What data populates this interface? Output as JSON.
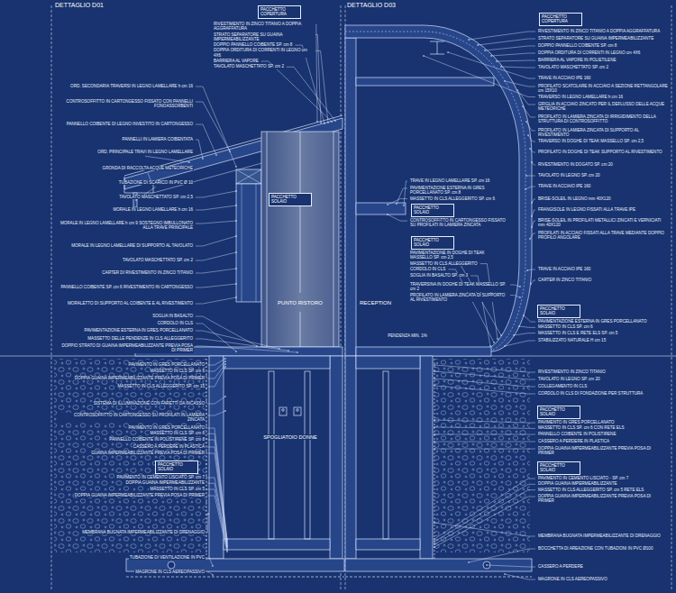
{
  "diagram": {
    "nodes": [
      {
        "text": [
          "PACCHETTO COPERTURA"
        ]
      },
      {
        "text": [
          "PACCHETTO COPERTURA"
        ]
      },
      {
        "text": [
          "PACCHETTO SOLAIO"
        ]
      },
      {
        "text": [
          "PACCHETTO SOLAIO"
        ]
      },
      {
        "text": [
          "PACCHETTO SOLAIO"
        ]
      },
      {
        "text": [
          "PACCHETTO SOLAIO"
        ]
      },
      {
        "text": [
          "PACCHETTO SOLAIO"
        ]
      },
      {
        "text": [
          "PACCHETTO SOLAIO"
        ]
      },
      {
        "text": [
          "PACCHETTO SOLAIO"
        ]
      }
    ],
    "labels": [
      "DETTAGLIO D01",
      "DETTAGLIO D03",
      "RIVESTIMENTO IN ZINCO TITANIO A DOPPIA AGGRAFFATURA",
      "STRATO SEPARATORE SU GUAINA IMPERMEABILIZZANTE",
      "DOPPIO PANNELLO COIBENTE SP. cm 8",
      "DOPPIA ORDITURA DI CORRENTI IN LEGNO cm 4X6",
      "BARRIERA AL VAPORE",
      "TAVOLATO MASCHETTATO SP. cm 2",
      "ORD. SECONDARIA TRAVERSI IN LEGNO LAMELLARE h cm 16",
      "CONTROSOFFITTO IN CARTONGESSO FISSATO CON PANNELLI FONOASSORBENTI",
      "PANNELLO COIBENTE DI LEGNO INVESTITO IN CARTONGESSO",
      "PANNELLI IN LAMIERA COIBENTATA",
      "ORD. PRINCIPALE TRAVI IN LEGNO LAMELLARE",
      "GRONDA DI RACCOLTA ACQUE METEORICHE",
      "TUBAZIONE DI SCARICO IN PVC Ø 10",
      "TAVOLATO MASCHETTATO SP. cm 2,5",
      "MORALE IN LEGNO LAMELLARE h cm 16",
      "MORALE IN LEGNO LAMELLARE h cm 9 SOSTEGNO IMBULLONATO ALLA TRAVE PRINCIPALE",
      "MORALE IN LEGNO LAMELLARE DI SUPPORTO AL TAVOLATO",
      "TAVOLATO MASCHETTATO SP. cm 2",
      "CARTER DI RIVESTIMENTO IN ZINCO TITANIO",
      "PANNELLO COIBENTE SP. cm 6 RIVESTIMENTO IN CARTONGESSO",
      "MORALETTO DI SUPPORTO AL COIBENTE E AL RIVESTIMENTO",
      "SOGLIA IN BASALTO",
      "CORDOLO IN CLS",
      "PAVIMENTAZIONE ESTERNA IN GRES PORCELLANATO",
      "MASSETTO DELLE PENDENZE IN CLS ALLEGGERITO",
      "DOPPIO STRATO DI GUAINA IMPERMEABILIZZANTE PREVIA POSA DI PRIMER",
      "PAVIMENTO IN GRES PORCELLANATO",
      "MASSETTO IN CLS SP. cm 6",
      "DOPPIA GUAINA IMPERMEABILIZZANTE PREVIA POSA DI PRIMER",
      "MASSETTO IN CLS ALLEGGERITO SP. cm 15",
      "SISTEMA DI ILLUMINAZIONE CON FARETTI DA INCASSO",
      "CONTROSOFFITTO IN CARTONGESSO SU PROFILATI IN LAMIERA ZINCATA",
      "PAVIMENTO IN GRES PORCELLANATO",
      "MASSETTO IN CLS SP. cm 6",
      "PANNELLO COIBENTE IN POLISTIRENE SP. cm 8",
      "CASSERO A PERDERE IN PLASTICA",
      "GUAINA IMPERMEABILIZZANTE PREVIA POSA DI PRIMER",
      "PAVIMENTO IN CEMENTO LISCIATO SP. cm 7",
      "DOPPIA GUAINA IMPERMEABILIZZANTE",
      "MASSETTO IN CLS SP. cm 5",
      "DOPPIA GUAINA IMPERMEABILIZZANTE PREVIA POSA DI PRIMER",
      "MEMBRANA BUGNATA IMPERMEABILIZZANTE DI DRENAGGIO",
      "TUBAZIONE DI VENTILAZIONE IN PVC",
      "MAGRONE IN CLS AEREOPASSIVO",
      "PUNTO RISTORO",
      "RECEPTION",
      "SPOGLIATOIO DONNE",
      "PENDENZA MIN. 1%",
      "TRAVE IN LEGNO LAMELLARE SP. cm 16",
      "PAVIMENTAZIONE ESTERNA IN GRES PORCELLANATO SP. cm 8",
      "MASSETTO IN CLS ALLEGGERITO SP. cm 6",
      "CONTROSOFFITTO IN CARTONGESSO FISSATO SU PROFILATI IN LAMIERA ZINCATA",
      "PAVIMENTAZIONE IN DOGHE DI TEAK MASSELLO SP. cm 2,5",
      "MASSETTO IN CLS ALLEGGERITO",
      "CORDOLO IN CLS",
      "SOGLIA IN BASALTO SP. cm 3",
      "TRAVERSINA IN DOGHE DI TEAK MASSELLO SP. cm 2",
      "PROFILATO IN LAMIERA ZINCATA DI SUPPORTO AL RIVESTIMENTO",
      "RIVESTIMENTO IN ZINCO TITANIO A DOPPIA AGGRAFFATURA",
      "STRATO SEPARATORE SU GUAINA IMPERMEABILIZZANTE",
      "DOPPIO PANNELLO COIBENTE SP. cm 8",
      "DOPPIA ORDITURA DI CORRENTI IN LEGNO cm 4X6",
      "BARRIERA AL VAPORE IN POLIETILENE",
      "TAVOLATO MASCHETTATO SP. cm 2",
      "TRAVE IN ACCIAIO IPE 160",
      "PROFILATO SCATOLARE IN ACCIAIO A SEZIONE RETTANGOLARE cm 15X10",
      "TRAVERSO IN LEGNO LAMELLARE h cm 16",
      "GRIGLIA IN ACCIAIO ZINCATO PER IL DEFLUSSO DELLE ACQUE METEORICHE",
      "PROFILATO IN LAMIERA ZINCATA DI IRRIGIDIMENTO DELLA STRUTTURA DI CONTROSOFFITTO",
      "PROFILATO IN LAMIERA ZINCATA DI SUPPORTO AL RIVESTIMENTO",
      "TRAVERSO IN DOGHE DI TEAK MASSELLO SP. cm 2,5",
      "PROFILATO IN DOGHE DI TEAK SUPPORTO AL RIVESTIMENTO",
      "RIVESTIMENTO IN DOGATO SP. cm 20",
      "TAVOLATO IN LEGNO SP. cm 20",
      "TRAVE IN ACCIAIO IPE 160",
      "BRISE-SOLEIL IN LEGNO mm 40X120",
      "FRANGISOLE IN LEGNO FISSATI ALLA TRAVE IPE",
      "BRISE-SOLEIL IN PROFILATI METALLICI ZINCATI E VERNICIATI mm 40X120",
      "PROFILATI IN ACCIAIO FISSATI ALLA TRAVE MEDIANTE DOPPIO PROFILO ANGOLARE",
      "TRAVE IN ACCIAIO IPE 160",
      "CARTER IN ZINCO TITANIO",
      "PAVIMENTAZIONE ESTERNA IN GRES PORCELLANATO",
      "MASSETTO IN CLS SP. cm 6",
      "MASSETTO IN CLS E RETE ELS SP. cm 5",
      "STABILIZZATO NATURALE H cm 15",
      "RIVESTIMENTO IN ZINCO TITANIO",
      "TAVOLATO IN LEGNO SP. cm 20",
      "COLLEGAMENTO IN CLS",
      "CORDOLO IN CLS DI FONDAZIONE PER STRUTTURA",
      "PAVIMENTO IN GRES PORCELLANATO",
      "MASSETTO IN CLS SP. cm 6 CON RETE ELS",
      "PANNELLO COIBENTE IN POLISTIRENE",
      "CASSERO A PERDERE IN PLASTICA",
      "DOPPIA GUAINA IMPERMEABILIZZANTE PREVIA POSA DI PRIMER",
      "PAVIMENTO IN CEMENTO LISCIATO - SP. cm 7",
      "DOPPIA GUAINA IMPERMEABILIZZANTE",
      "MASSETTO IN CLS ALLEGGERITO SP. cm 5 RETE ELS",
      "DOPPIA GUAINA IMPERMEABILIZZANTE PREVIA POSA DI PRIMER",
      "MEMBRANA BUGNATA IMPERMEABILIZZANTE DI DRENAGGIO",
      "BOCCHETTA DI AREAZIONE CON TUBAZIONI IN PVC Ø100",
      "CASSERO A PERDERE",
      "MAGRONE IN CLS AEREOPASSIVO"
    ]
  }
}
